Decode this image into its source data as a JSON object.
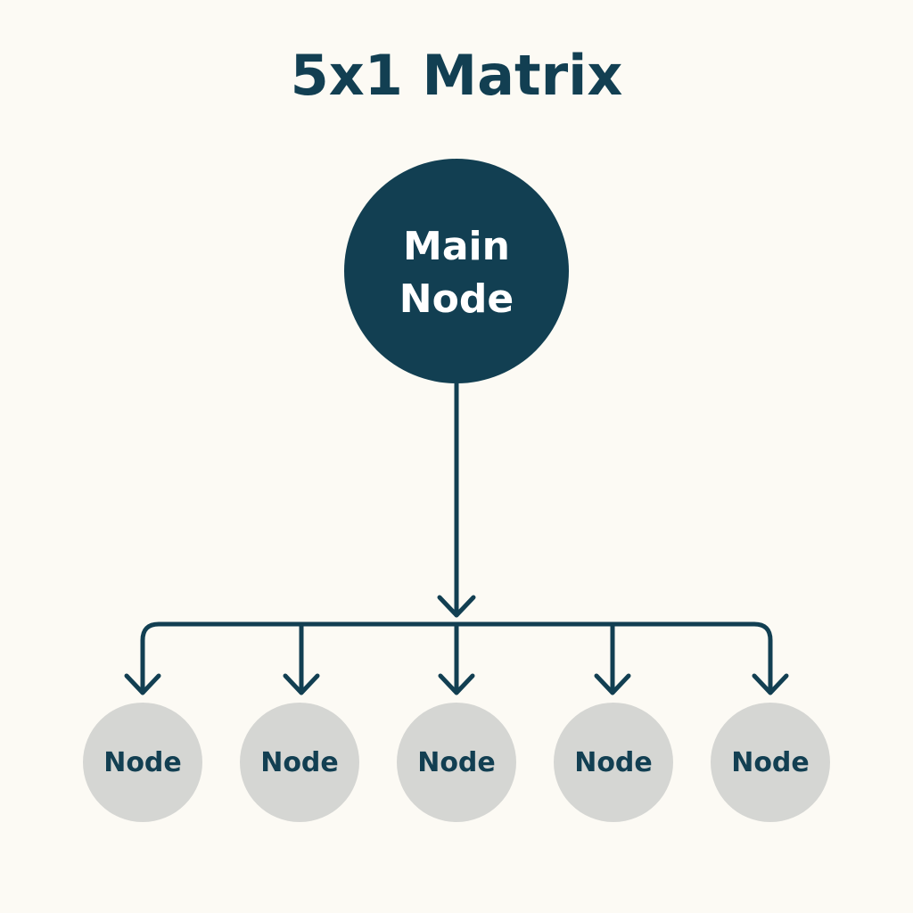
{
  "title": "5x1 Matrix",
  "main_node": {
    "label_lines": [
      "Main",
      "Node"
    ]
  },
  "child_nodes": [
    {
      "label": "Node"
    },
    {
      "label": "Node"
    },
    {
      "label": "Node"
    },
    {
      "label": "Node"
    },
    {
      "label": "Node"
    }
  ],
  "colors": {
    "background": "#fcfaf4",
    "primary": "#123f52",
    "child_fill": "#d5d6d3",
    "main_text": "#ffffff"
  }
}
